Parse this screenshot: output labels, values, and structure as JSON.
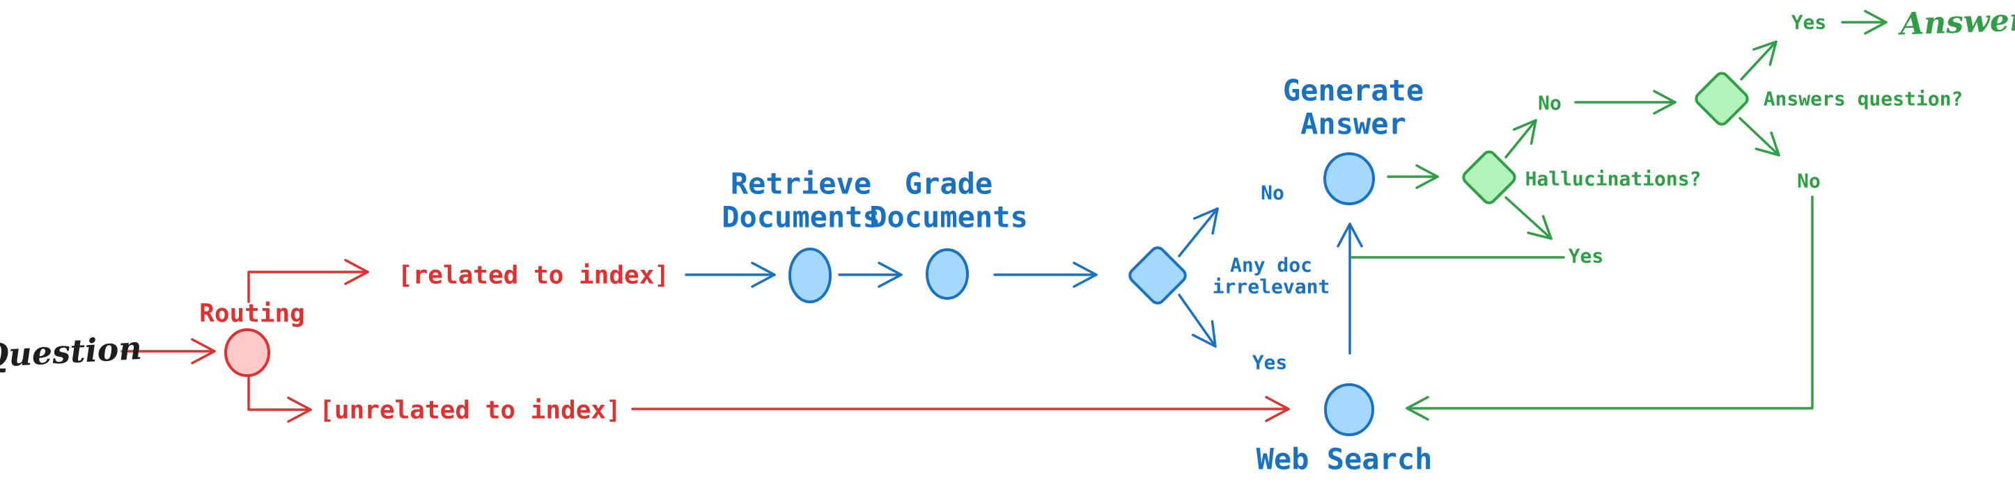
{
  "palette": {
    "red": "#e03131",
    "red_fill": "#ffc9c9",
    "blue": "#1971c2",
    "blue_fill": "#a5d8ff",
    "green": "#2f9e44",
    "green_fill": "#b2f2bb",
    "ink": "#1e1e1e",
    "background": "#ffffff"
  },
  "nodes": {
    "question": {
      "label": "Question"
    },
    "routing": {
      "label": "Routing",
      "related_branch": "[related to index]",
      "unrelated_branch": "[unrelated to index]"
    },
    "retrieve": {
      "line1": "Retrieve",
      "line2": "Documents"
    },
    "grade": {
      "line1": "Grade",
      "line2": "Documents"
    },
    "relevance": {
      "line1": "Any doc",
      "line2": "irrelevant",
      "no": "No",
      "yes": "Yes"
    },
    "generate": {
      "line1": "Generate",
      "line2": "Answer"
    },
    "web_search": {
      "label": "Web Search"
    },
    "hallucination": {
      "label": "Hallucinations?",
      "no": "No",
      "yes": "Yes"
    },
    "answers": {
      "label": "Answers question?",
      "yes": "Yes",
      "no": "No"
    },
    "answer": {
      "label": "Answer"
    }
  }
}
